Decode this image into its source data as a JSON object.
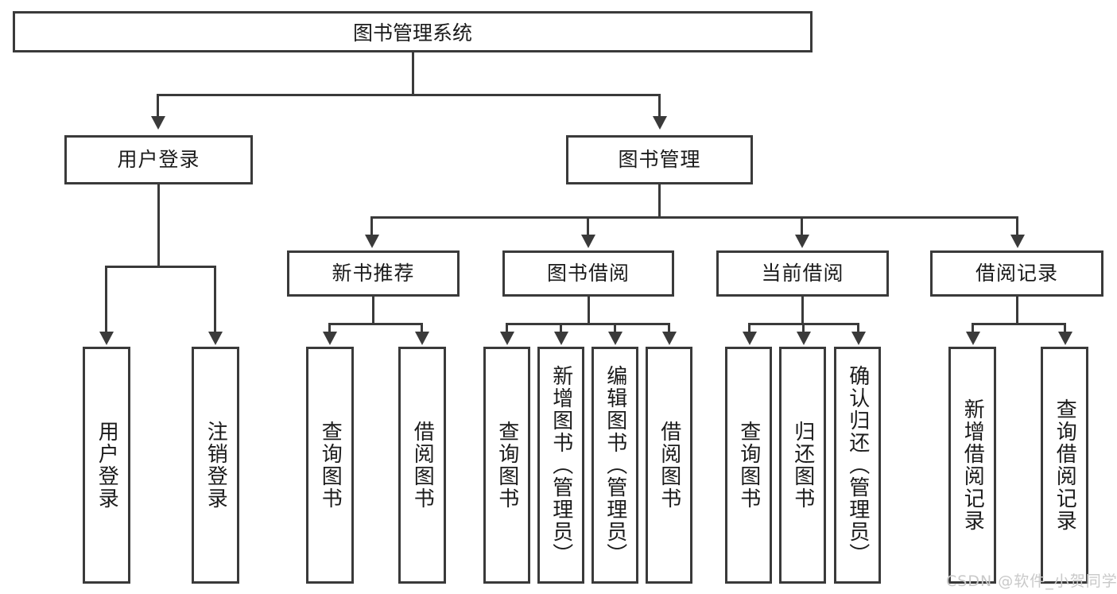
{
  "diagram": {
    "title": "图书管理系统",
    "type": "hierarchy-tree",
    "levels": [
      {
        "level": 1,
        "nodes": [
          {
            "id": "root",
            "label": "图书管理系统"
          }
        ]
      },
      {
        "level": 2,
        "nodes": [
          {
            "id": "user-login",
            "label": "用户登录",
            "parent": "root"
          },
          {
            "id": "book-management",
            "label": "图书管理",
            "parent": "root"
          }
        ]
      },
      {
        "level": 3,
        "nodes": [
          {
            "id": "new-book-recommend",
            "label": "新书推荐",
            "parent": "book-management"
          },
          {
            "id": "book-borrow",
            "label": "图书借阅",
            "parent": "book-management"
          },
          {
            "id": "current-borrow",
            "label": "当前借阅",
            "parent": "book-management"
          },
          {
            "id": "borrow-record",
            "label": "借阅记录",
            "parent": "book-management"
          }
        ]
      },
      {
        "level": 4,
        "nodes": [
          {
            "id": "leaf-user-login",
            "label": "用户登录",
            "parent": "user-login"
          },
          {
            "id": "leaf-logout",
            "label": "注销登录",
            "parent": "user-login"
          },
          {
            "id": "leaf-query-book-1",
            "label": "查询图书",
            "parent": "new-book-recommend"
          },
          {
            "id": "leaf-borrow-book-1",
            "label": "借阅图书",
            "parent": "new-book-recommend"
          },
          {
            "id": "leaf-query-book-2",
            "label": "查询图书",
            "parent": "book-borrow"
          },
          {
            "id": "leaf-add-book",
            "label": "新增图书（管理员）",
            "parent": "book-borrow"
          },
          {
            "id": "leaf-edit-book",
            "label": "编辑图书（管理员）",
            "parent": "book-borrow"
          },
          {
            "id": "leaf-borrow-book-2",
            "label": "借阅图书",
            "parent": "book-borrow"
          },
          {
            "id": "leaf-query-book-3",
            "label": "查询图书",
            "parent": "current-borrow"
          },
          {
            "id": "leaf-return-book",
            "label": "归还图书",
            "parent": "current-borrow"
          },
          {
            "id": "leaf-confirm-return",
            "label": "确认归还（管理员）",
            "parent": "current-borrow"
          },
          {
            "id": "leaf-add-record",
            "label": "新增借阅记录",
            "parent": "borrow-record"
          },
          {
            "id": "leaf-query-record",
            "label": "查询借阅记录",
            "parent": "borrow-record"
          }
        ]
      }
    ]
  },
  "watermark": {
    "text": "CSDN @软件_小贺同学"
  },
  "colors": {
    "stroke": "#3a3a3a",
    "text": "#1b1b1b",
    "background": "#ffffff",
    "watermark": "#c9c9c9"
  }
}
